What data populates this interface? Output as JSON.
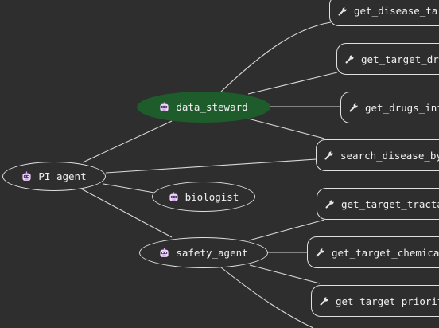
{
  "agents": {
    "pi_agent": "PI_agent",
    "data_steward": "data_steward",
    "biologist": "biologist",
    "safety_agent": "safety_agent"
  },
  "tools": {
    "t1": "get_disease_targets",
    "t2": "get_target_drugs",
    "t3": "get_drugs_info",
    "t4": "search_disease_by_name",
    "t5": "get_target_tractability",
    "t6": "get_target_chemical_probes",
    "t7": "get_target_prioritization"
  },
  "colors": {
    "background": "#2e2e2e",
    "active_node": "#1e5c2c",
    "edge": "#d8d8d8",
    "text": "#f0f0f0"
  },
  "icons": {
    "agent": "robot-icon",
    "tool": "wrench-icon"
  }
}
